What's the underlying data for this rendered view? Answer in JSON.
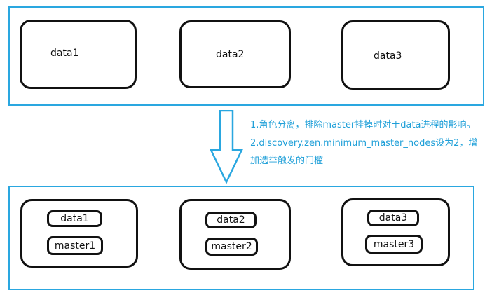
{
  "colors": {
    "frame": "#2aa7e0",
    "note_text": "#1e9fd8",
    "stroke": "#111111"
  },
  "top_cluster": {
    "nodes": [
      {
        "label": "data1"
      },
      {
        "label": "data2"
      },
      {
        "label": "data3"
      }
    ]
  },
  "notes": {
    "line1": "1.角色分离，排除master挂掉时对于data进程的影响。",
    "line2": "2.discovery.zen.minimum_master_nodes设为2，增",
    "line3": "加选举触发的门槛"
  },
  "bottom_cluster": {
    "nodes": [
      {
        "data_label": "data1",
        "master_label": "master1"
      },
      {
        "data_label": "data2",
        "master_label": "master2"
      },
      {
        "data_label": "data3",
        "master_label": "master3"
      }
    ]
  }
}
